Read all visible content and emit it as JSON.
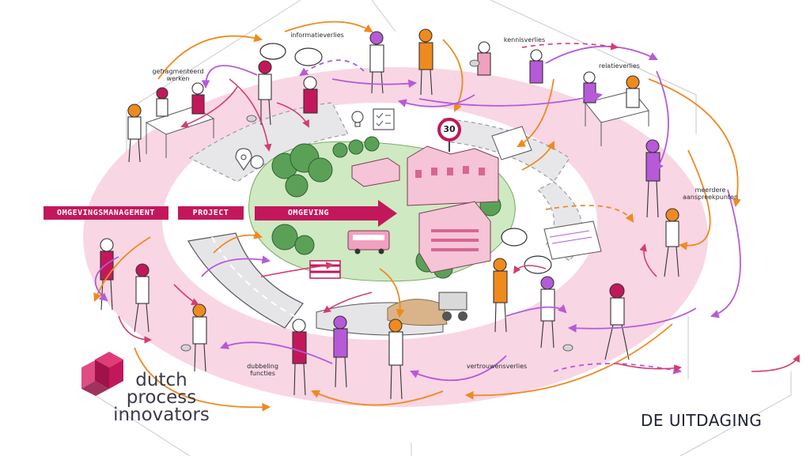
{
  "banners": {
    "omgevingsmanagement": "OMGEVINGSMANAGEMENT",
    "project": "PROJECT",
    "omgeving": "OMGEVING"
  },
  "annotations": {
    "informatieverlies": "informatieverlies",
    "kennisverlies": "kennisverlies",
    "gefragmenteerd_werken": "gefragmenteerd\nwerken",
    "relatieverlies": "relatieverlies",
    "meerdere_aanspreekpunten": "meerdere\naanspreekpunten",
    "dubbeling_functies": "dubbeling\nfuncties",
    "vertrouwensverlies": "vertrouwensverlies"
  },
  "speed_sign": "30",
  "logo": {
    "line1": "dutch",
    "line2": "process",
    "line3": "innovators"
  },
  "title": "DE UITDAGING",
  "colors": {
    "brand_magenta": "#c2185b",
    "ring_pink": "#f9d6e4",
    "arrow_orange": "#ef8a1e",
    "arrow_purple": "#b65ad8",
    "green_area": "#cfe9c2",
    "logo_magenta": "#c2185b"
  }
}
